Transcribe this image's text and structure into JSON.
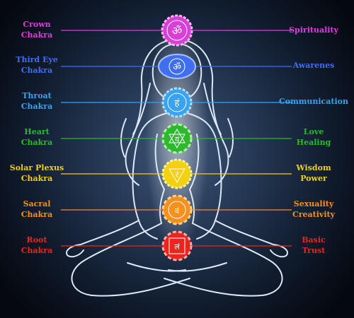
{
  "colors": {
    "crown": "#d93fd8",
    "third_eye": "#3f6ff0",
    "throat": "#39a2f2",
    "heart": "#2eb82e",
    "solar_plexus": "#f3d010",
    "sacral": "#f7901c",
    "root": "#e8251f",
    "figure_outline": "#dde8f7"
  },
  "chakras": [
    {
      "id": "crown",
      "name_lines": [
        "Crown",
        "Chakra"
      ],
      "meaning_lines": [
        "Spirituality"
      ],
      "symbol": "ॐ",
      "icon": "lotus-om-icon"
    },
    {
      "id": "third_eye",
      "name_lines": [
        "Third Eye",
        "Chakra"
      ],
      "meaning_lines": [
        "Awarenes"
      ],
      "symbol": "ॐ",
      "icon": "lotus-om-icon"
    },
    {
      "id": "throat",
      "name_lines": [
        "Throat",
        "Chakra"
      ],
      "meaning_lines": [
        "Communication"
      ],
      "symbol": "हं",
      "icon": "lotus-ham-icon"
    },
    {
      "id": "heart",
      "name_lines": [
        "Heart",
        "Chakra"
      ],
      "meaning_lines": [
        "Love",
        "Healing"
      ],
      "symbol": "यं",
      "icon": "lotus-yam-icon"
    },
    {
      "id": "solar_plexus",
      "name_lines": [
        "Solar Plexus",
        "Chakra"
      ],
      "meaning_lines": [
        "Wisdom",
        "Power"
      ],
      "symbol": "रं",
      "icon": "lotus-ram-icon"
    },
    {
      "id": "sacral",
      "name_lines": [
        "Sacral",
        "Chakra"
      ],
      "meaning_lines": [
        "Sexuality",
        "Creativity"
      ],
      "symbol": "वं",
      "icon": "lotus-vam-icon"
    },
    {
      "id": "root",
      "name_lines": [
        "Root",
        "Chakra"
      ],
      "meaning_lines": [
        "Basic",
        "Trust"
      ],
      "symbol": "लं",
      "icon": "lotus-lam-icon"
    }
  ]
}
